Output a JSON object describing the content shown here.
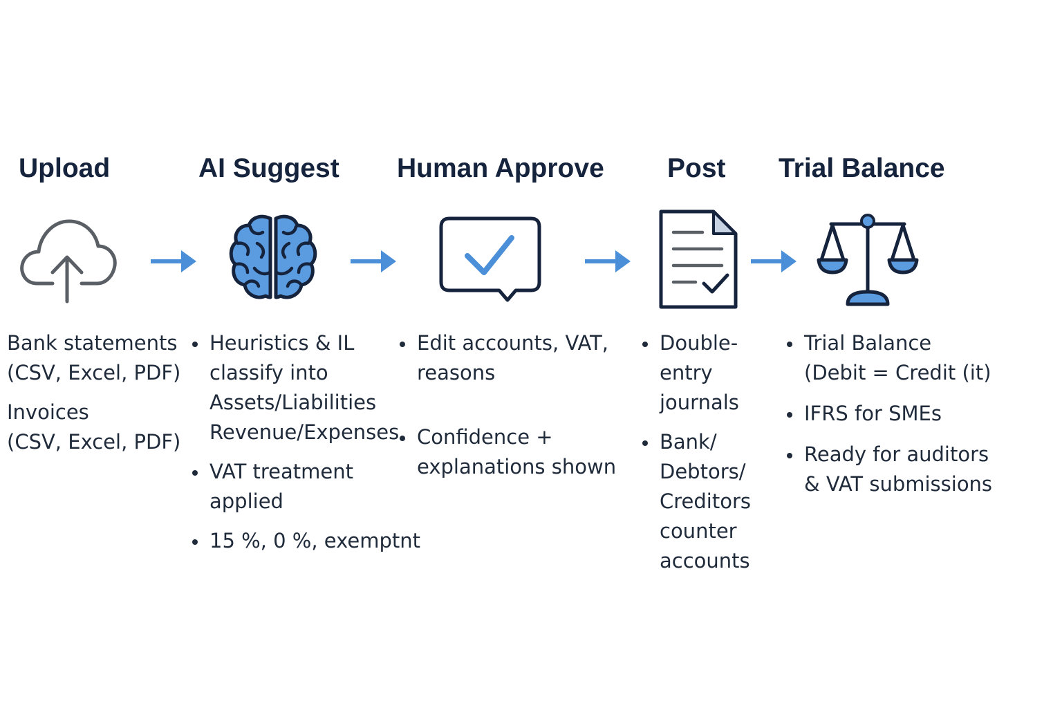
{
  "colors": {
    "accent_blue": "#4a8fd8",
    "navy": "#15233d",
    "grey_icon": "#5a5f66",
    "text": "#1f2a3a"
  },
  "steps": [
    {
      "title": "Upload",
      "icon": "cloud-upload-icon",
      "paragraphs": [
        [
          "Bank statements",
          "(CSV, Excel, PDF)"
        ],
        [
          "Invoices",
          "(CSV, Excel, PDF)"
        ]
      ]
    },
    {
      "title": "AI Suggest",
      "icon": "brain-icon",
      "bullets": [
        [
          "Heuristics & IL",
          "classify into",
          "Assets/Liabilities",
          "Revenue/Expenses"
        ],
        [
          "VAT treatment",
          "applied"
        ],
        [
          "15 %, 0 %, exemptnt"
        ]
      ]
    },
    {
      "title": "Human Approve",
      "icon": "check-message-icon",
      "bullets": [
        [
          "Edit accounts, VAT,",
          "reasons"
        ],
        [
          "Confidence +",
          "explanations shown"
        ]
      ]
    },
    {
      "title": "Post",
      "icon": "document-check-icon",
      "bullets": [
        [
          "Double-",
          "entry",
          "journals"
        ],
        [
          "Bank/",
          "Debtors/",
          "Creditors",
          "counter",
          "accounts"
        ]
      ]
    },
    {
      "title": "Trial Balance",
      "icon": "balance-scale-icon",
      "bullets": [
        [
          "Trial Balance",
          "(Debit = Credit (it)"
        ],
        [
          "IFRS for SMEs"
        ],
        [
          "Ready for auditors",
          "& VAT submissions"
        ]
      ]
    }
  ]
}
